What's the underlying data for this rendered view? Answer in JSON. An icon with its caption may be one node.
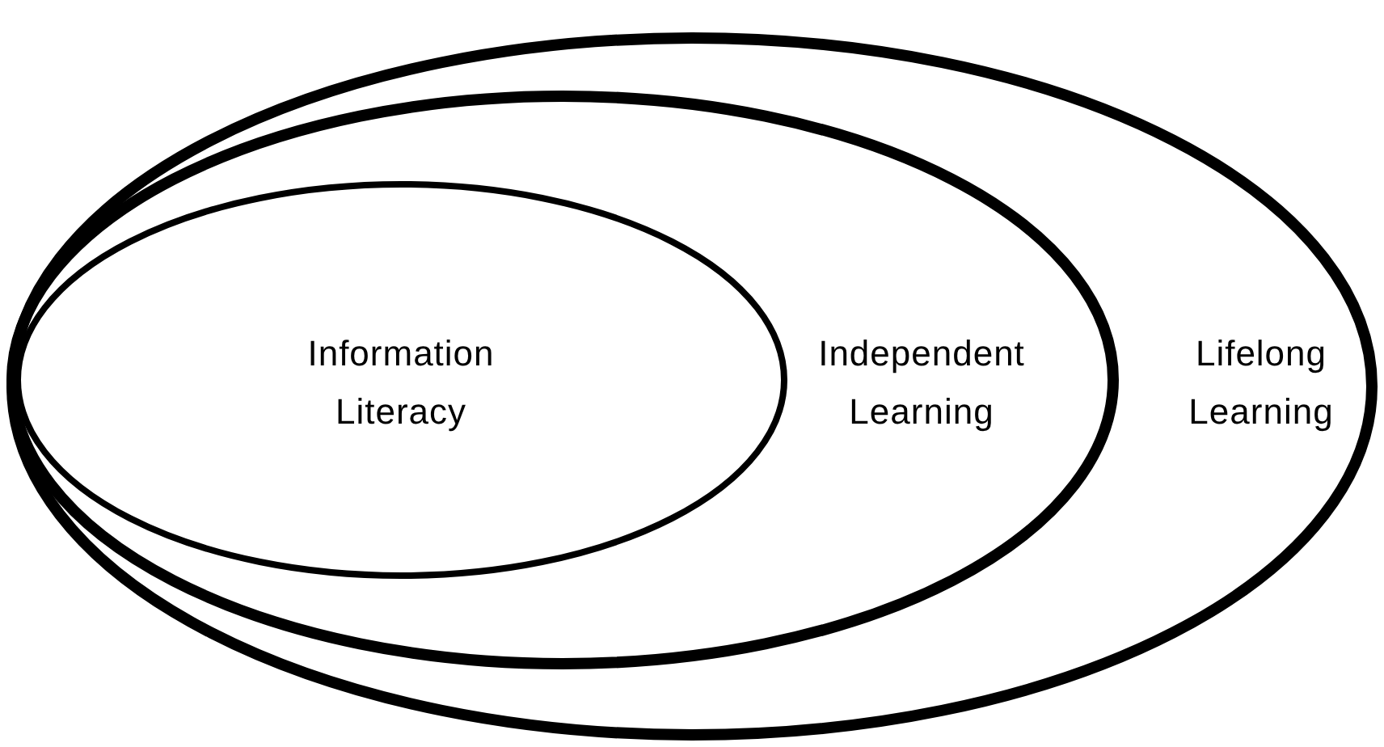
{
  "diagram": {
    "nodes": [
      {
        "text": [
          "Lifelong Learning"
        ]
      },
      {
        "text": [
          "Independent Learning"
        ],
        "in": 0
      },
      {
        "text": [
          "Information Literacy"
        ],
        "in": 1
      }
    ]
  }
}
